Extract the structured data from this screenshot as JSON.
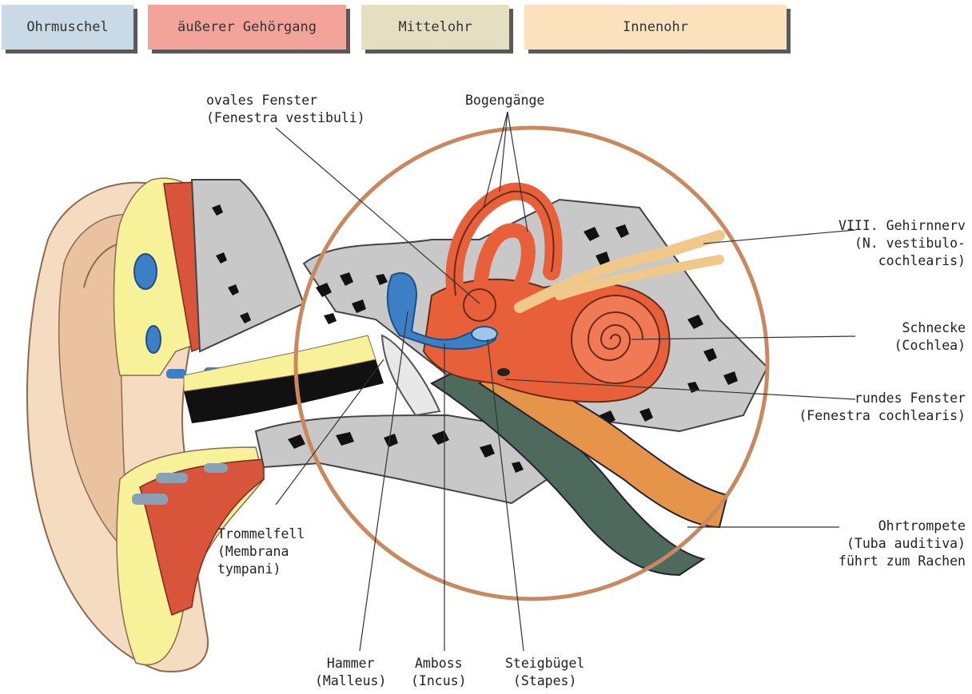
{
  "tabs": [
    {
      "label": "Ohrmuschel",
      "color": "#c9d9e6"
    },
    {
      "label": "äußerer Gehörgang",
      "color": "#f3a49a"
    },
    {
      "label": "Mittelohr",
      "color": "#e3dfc0"
    },
    {
      "label": "Innenohr",
      "color": "#fbe2bd"
    }
  ],
  "labels": {
    "ovales_fenster": [
      "ovales Fenster",
      "(Fenestra vestibuli)"
    ],
    "bogengaenge": "Bogengänge",
    "gehirnnerv": [
      "VIII. Gehirnnerv",
      "(N. vestibulo-",
      "cochlearis)"
    ],
    "schnecke": [
      "Schnecke",
      "(Cochlea)"
    ],
    "rundes_fenster": [
      "rundes Fenster",
      "(Fenestra cochlearis)"
    ],
    "ohrtrompete": [
      "Ohrtrompete",
      "(Tuba auditiva)",
      "führt zum Rachen"
    ],
    "trommelfell": [
      "Trommelfell",
      "(Membrana",
      "tympani)"
    ],
    "hammer": [
      "Hammer",
      "(Malleus)"
    ],
    "amboss": [
      "Amboss",
      "(Incus)"
    ],
    "steigbuegel": [
      "Steigbügel",
      "(Stapes)"
    ]
  },
  "colors": {
    "skin": "#f5dcc0",
    "cartilage": "#f7f19a",
    "tissue_red": "#d8543a",
    "bone_grey": "#c8c8c8",
    "cochlea_orange": "#e8603a",
    "nerve_tan": "#f0c98a",
    "ossicle_blue": "#3d7fc4",
    "ring": "#c9885e",
    "tube_green": "#4e6a5c",
    "tube_orange": "#e6944a"
  }
}
